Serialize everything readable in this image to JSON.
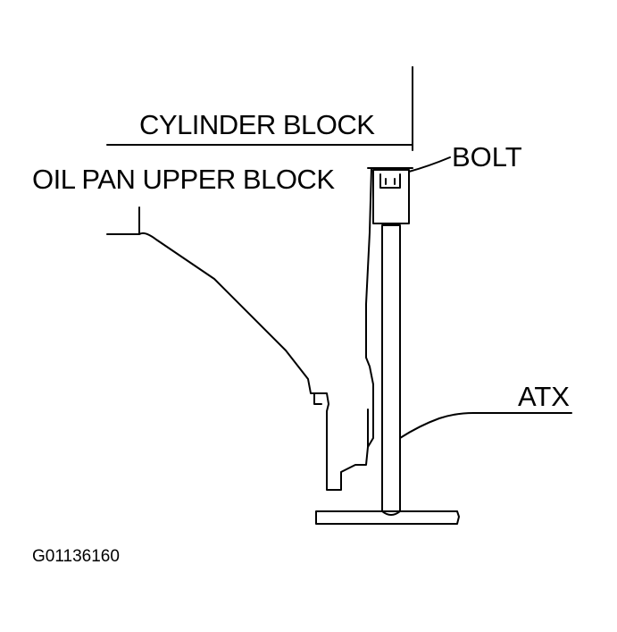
{
  "labels": {
    "cylinder_block": "CYLINDER BLOCK",
    "oil_pan_upper_block": "OIL PAN UPPER BLOCK",
    "bolt": "BOLT",
    "atx": "ATX"
  },
  "figure_id": "G01136160",
  "colors": {
    "line": "#000000",
    "background": "#ffffff"
  }
}
